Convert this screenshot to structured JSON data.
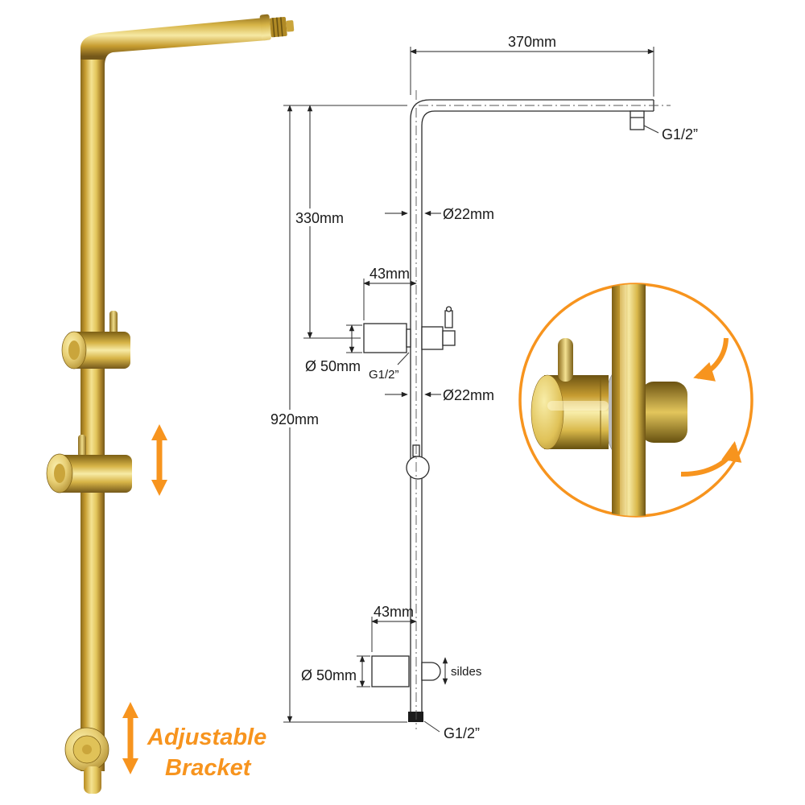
{
  "page": {
    "type": "product-dimension-diagram",
    "subject": "brushed gold shower riser rail with adjustable brackets",
    "background": "#ffffff"
  },
  "colors": {
    "accent_orange": "#F7941E",
    "gold": "#D9B84A",
    "line": "#222222"
  },
  "annotation": {
    "line1": "Adjustable",
    "line2": "Bracket"
  },
  "diagram": {
    "dims": {
      "top_width": "370mm",
      "thread_top": "G1/2”",
      "upper_height": "330mm",
      "pipe_dia_upper": "Ø22mm",
      "bracket_depth_upper": "43mm",
      "bracket_dia_upper": "Ø 50mm",
      "thread_mid": "G1/2”",
      "pipe_dia_lower": "Ø22mm",
      "total_height": "920mm",
      "bracket_depth_lower": "43mm",
      "bracket_dia_lower": "Ø 50mm",
      "slide_label": "sildes",
      "thread_bottom": "G1/2”"
    }
  }
}
